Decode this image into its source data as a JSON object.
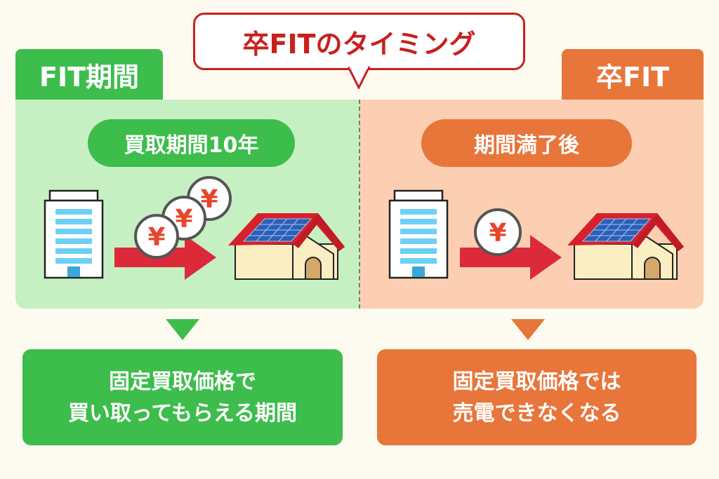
{
  "title": "卒FITのタイミング",
  "left": {
    "tab": "FIT期間",
    "pill": "買取期間10年",
    "result_lines": [
      "固定買取価格で",
      "買い取ってもらえる期間"
    ]
  },
  "right": {
    "tab": "卒FIT",
    "pill": "期間満了後",
    "result_lines": [
      "固定買取価格では",
      "売電できなくなる"
    ]
  },
  "coin_symbol": "¥",
  "colors": {
    "green": "#3dbd4c",
    "orange": "#e8753a",
    "red": "#c8201e",
    "light_green": "#c6f0c2",
    "peach": "#fccfb3"
  }
}
